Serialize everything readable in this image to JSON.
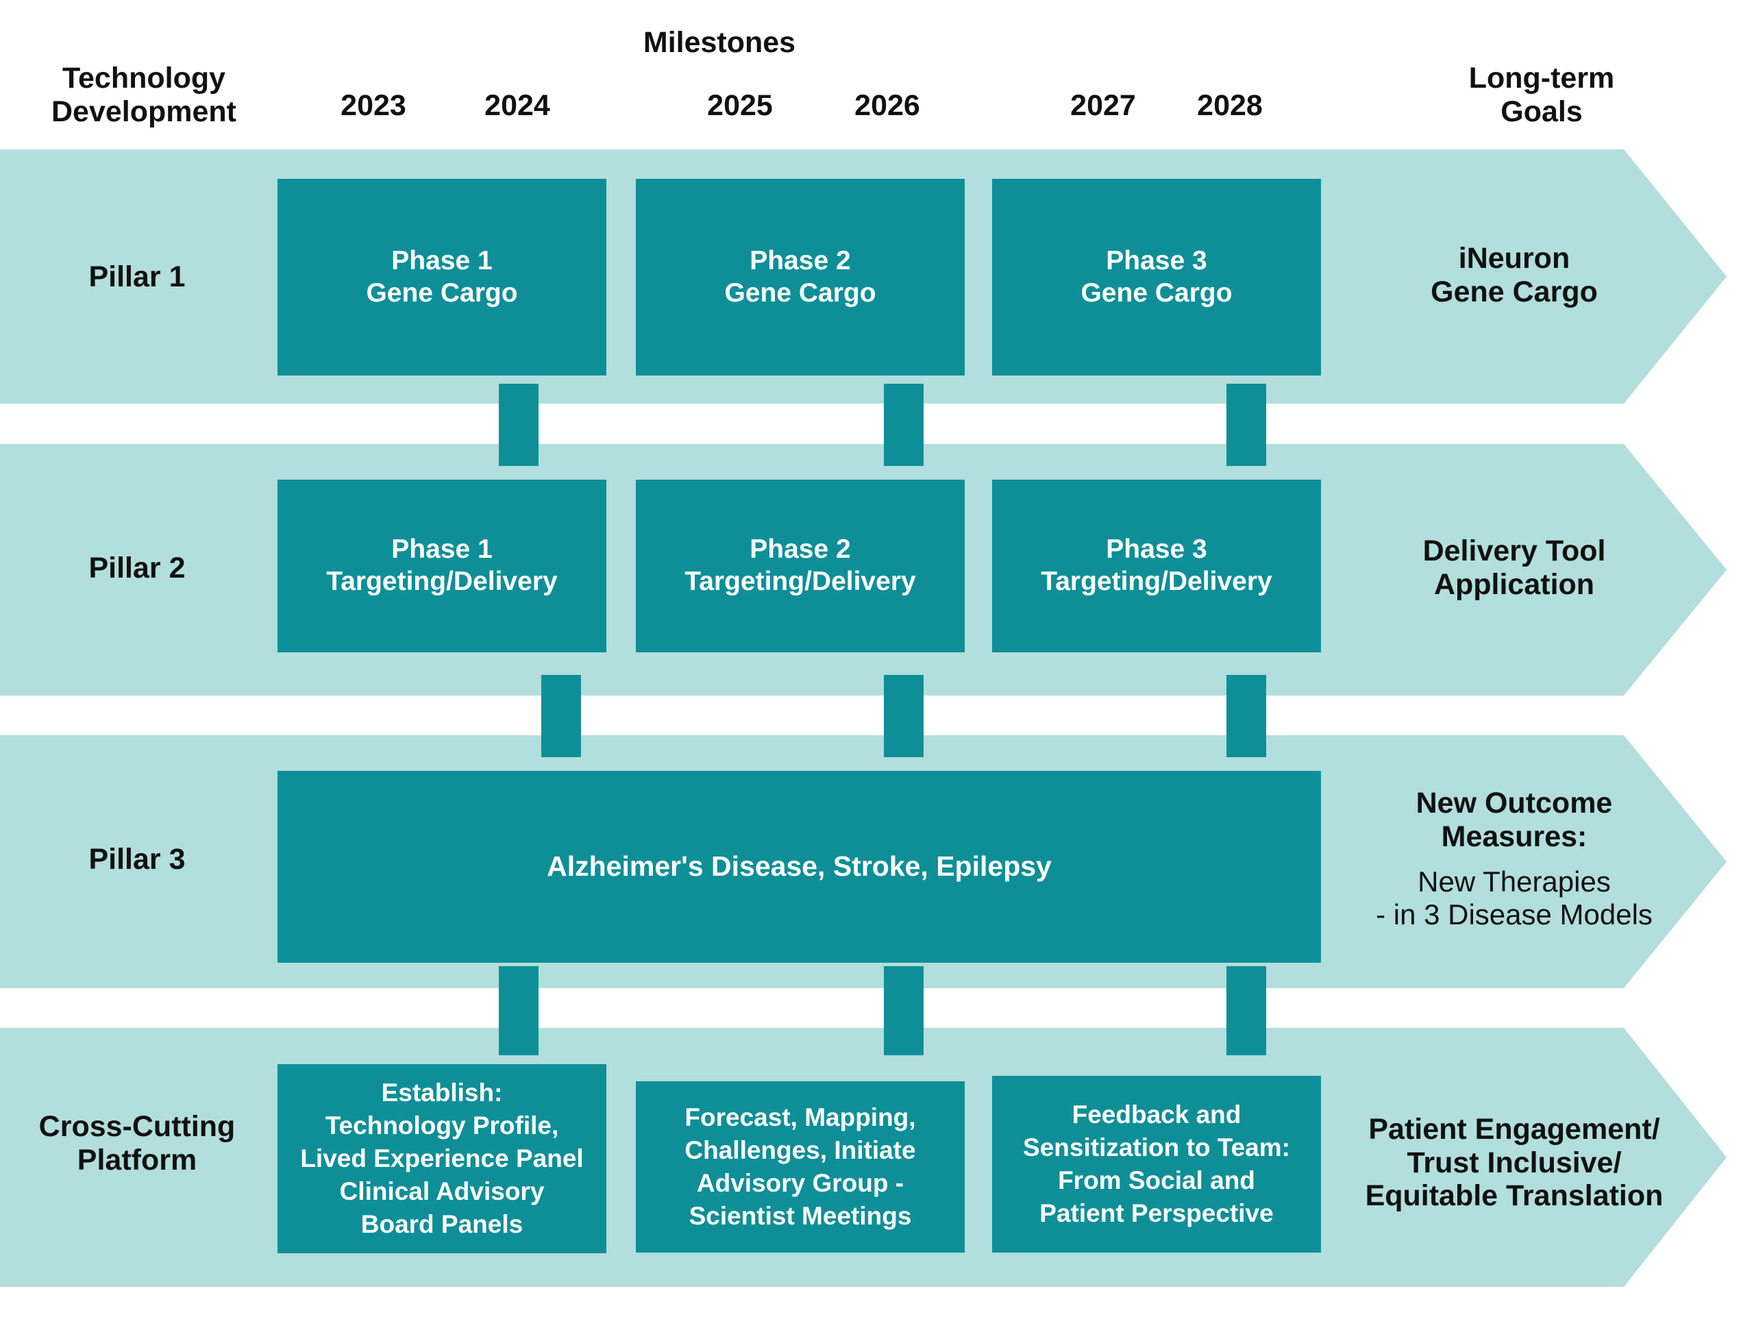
{
  "header": {
    "left_label": "Technology\nDevelopment",
    "center_label": "Milestones",
    "right_label": "Long-term\nGoals",
    "years": [
      "2023",
      "2024",
      "2025",
      "2026",
      "2027",
      "2028"
    ]
  },
  "colors": {
    "band_light_teal": "#b2dedd",
    "box_dark_teal": "#0e8f97",
    "text_dark": "#111111",
    "text_light": "#ffffff",
    "background": "#ffffff"
  },
  "rows": [
    {
      "row_label": "Pillar 1",
      "goal_strong": "iNeuron\nGene Cargo",
      "goal_plain": "",
      "boxes": [
        {
          "text": "Phase 1\nGene Cargo"
        },
        {
          "text": "Phase 2\nGene Cargo"
        },
        {
          "text": "Phase 3\nGene Cargo"
        }
      ]
    },
    {
      "row_label": "Pillar 2",
      "goal_strong": "Delivery Tool\nApplication",
      "goal_plain": "",
      "boxes": [
        {
          "text": "Phase 1\nTargeting/Delivery"
        },
        {
          "text": "Phase 2\nTargeting/Delivery"
        },
        {
          "text": "Phase 3\nTargeting/Delivery"
        }
      ]
    },
    {
      "row_label": "Pillar 3",
      "goal_strong": "New Outcome\nMeasures:",
      "goal_plain": "New Therapies\n- in 3 Disease Models",
      "boxes": [
        {
          "text": "Alzheimer's Disease, Stroke, Epilepsy"
        }
      ]
    },
    {
      "row_label": "Cross-Cutting\nPlatform",
      "goal_strong": "Patient Engagement/\nTrust Inclusive/\nEquitable Translation",
      "goal_plain": "",
      "boxes": [
        {
          "text": "Establish:\nTechnology Profile,\nLived Experience Panel\nClinical Advisory\nBoard Panels"
        },
        {
          "text": "Forecast, Mapping,\nChallenges, Initiate\nAdvisory Group -\nScientist Meetings"
        },
        {
          "text": "Feedback and\nSensitization to Team:\nFrom Social and\nPatient Perspective"
        }
      ]
    }
  ]
}
